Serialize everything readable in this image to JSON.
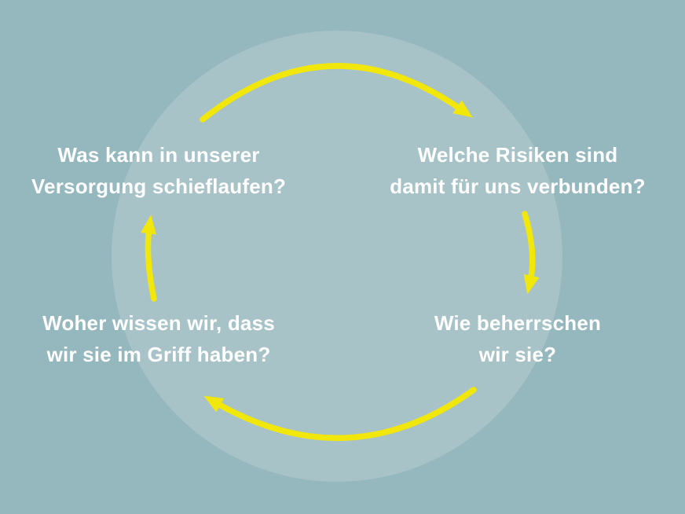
{
  "colors": {
    "background": "#95b7be",
    "circle": "#a7c3c7",
    "arrow": "#f2e70b",
    "text": "#ffffff"
  },
  "diagram": {
    "type": "cycle",
    "direction": "clockwise",
    "questions": {
      "top_left": {
        "line1": "Was kann in unserer",
        "line2": "Versorgung schieflaufen?"
      },
      "top_right": {
        "line1": "Welche Risiken sind",
        "line2": "damit für uns verbunden?"
      },
      "bottom_right": {
        "line1": "Wie beherrschen",
        "line2": "wir sie?"
      },
      "bottom_left": {
        "line1": "Woher wissen wir, dass",
        "line2": "wir sie im Griff haben?"
      }
    }
  }
}
